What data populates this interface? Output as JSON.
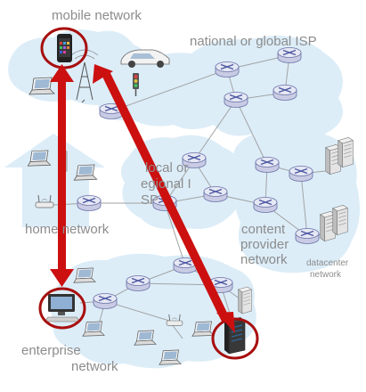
{
  "labels": {
    "mobile_network": "mobile network",
    "global_isp": "national or global ISP",
    "local_isp_line1": "local or",
    "local_isp_line2": "egional I",
    "local_isp_line3": "SP",
    "home_network": "home network",
    "content_provider_line1": "content",
    "content_provider_line2": "provider",
    "content_provider_line3": "network",
    "datacenter_line1": "datacenter",
    "datacenter_line2": "network",
    "enterprise_line1": "enterprise",
    "enterprise_line2": "network"
  },
  "colors": {
    "cloud": "#dcedf8",
    "router_body": "#e6e8f4",
    "router_edge": "#6a72a8",
    "router_arrow": "#4a55a0",
    "link": "#a3a3a3",
    "arrow": "#cc1010",
    "highlight_ring": "#a80f0f",
    "label": "#8c8c8c"
  },
  "icons": [
    "smartphone-icon",
    "cell-tower-icon",
    "car-icon",
    "traffic-light-icon",
    "laptop-icon",
    "wifi-access-point-icon",
    "desktop-pc-icon",
    "server-rack-icon",
    "router-icon"
  ]
}
